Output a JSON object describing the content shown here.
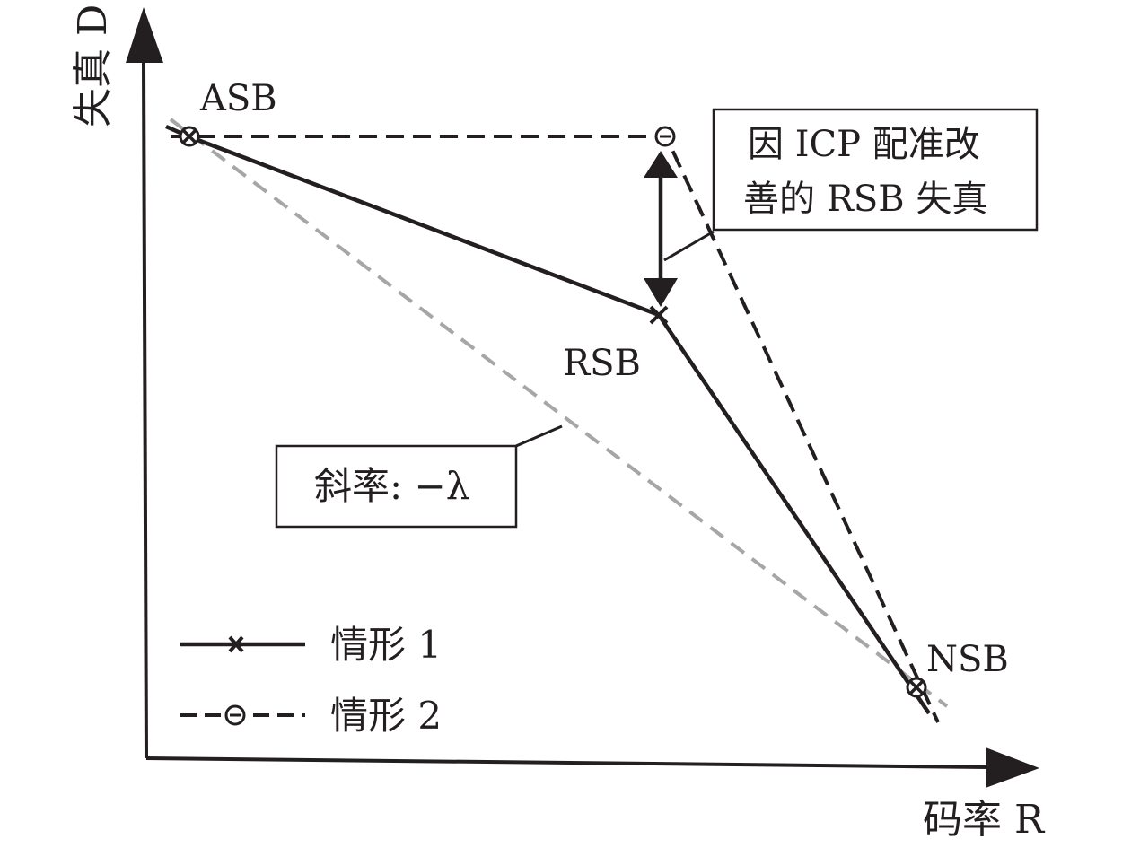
{
  "axes": {
    "y_label": "失真 D",
    "x_label": "码率 R"
  },
  "points": {
    "asb": "ASB",
    "rsb": "RSB",
    "nsb": "NSB"
  },
  "annotations": {
    "improve_line1": "因 ICP 配准改",
    "improve_line2": "善的 RSB 失真",
    "slope": "斜率: −λ"
  },
  "legend": {
    "case1": "情形 1",
    "case2": "情形 2"
  },
  "colors": {
    "ink": "#231f20",
    "gray_dash": "#a6a6a6"
  }
}
